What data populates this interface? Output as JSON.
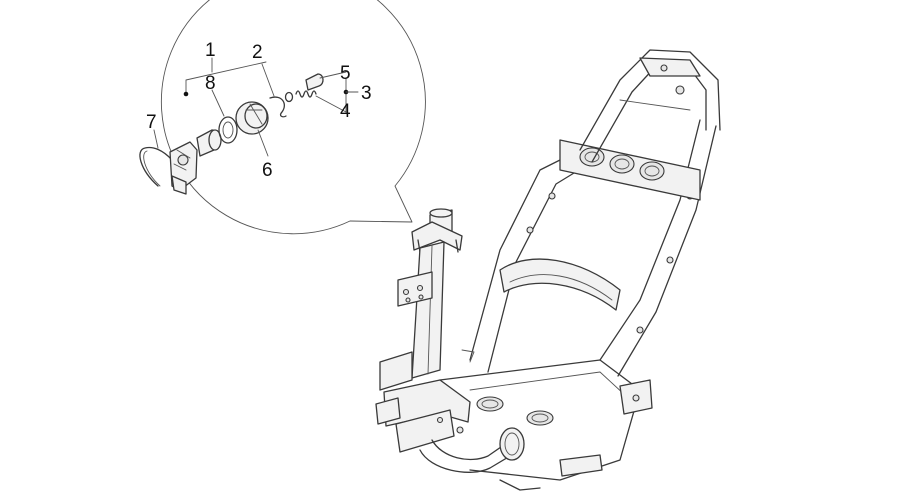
{
  "callouts": {
    "c1": "1",
    "c2": "2",
    "c3": "3",
    "c4": "4",
    "c5": "5",
    "c6": "6",
    "c7": "7",
    "c8": "8"
  },
  "colors": {
    "line": "#3a3a3a",
    "background": "#ffffff",
    "text": "#111111"
  }
}
